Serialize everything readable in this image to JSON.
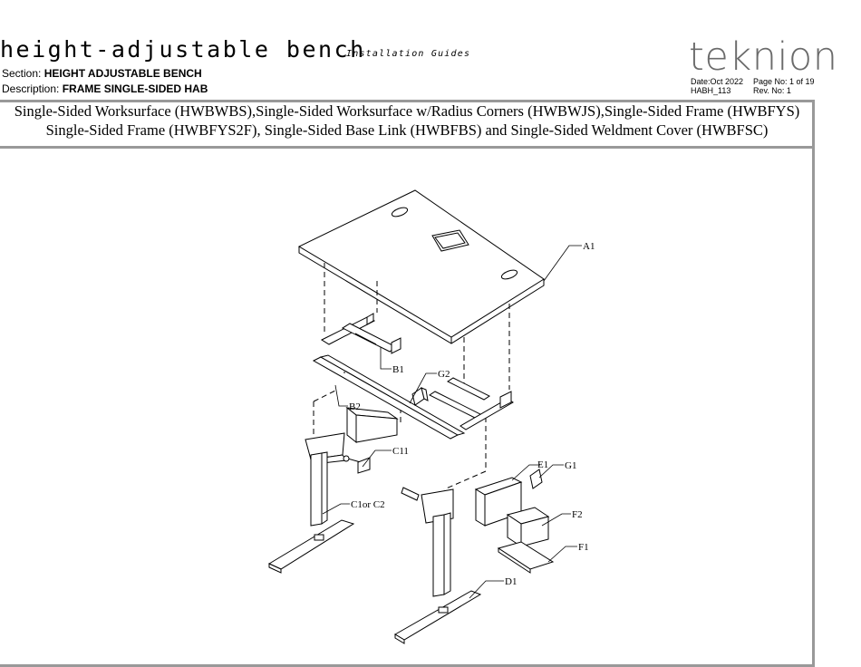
{
  "header": {
    "title": "height-adjustable bench",
    "subtitle": "Installation Guides",
    "section_label": "Section:",
    "section_value": "HEIGHT ADJUSTABLE BENCH",
    "description_label": "Description:",
    "description_value": "FRAME SINGLE-SIDED HAB",
    "logo_text": "teknion",
    "date": "Date:Oct 2022",
    "code": "HABH_113",
    "page": "Page No: 1 of 19",
    "rev": "Rev. No: 1"
  },
  "caption": {
    "line1": "Single-Sided Worksurface (HWBWBS),Single-Sided Worksurface w/Radius Corners (HWBWJS),Single-Sided Frame (HWBFYS)",
    "line2": "Single-Sided Frame (HWBFYS2F), Single-Sided Base Link (HWBFBS) and Single-Sided Weldment Cover (HWBFSC)"
  },
  "parts": {
    "A1": "A1",
    "B1": "B1",
    "B2": "B2",
    "G2": "G2",
    "C11": "C11",
    "C1C2": "C1or C2",
    "E1": "E1",
    "G1": "G1",
    "F2": "F2",
    "F1": "F1",
    "D1": "D1"
  },
  "colors": {
    "frame_border": "#999999",
    "logo": "#6b6b6b"
  }
}
